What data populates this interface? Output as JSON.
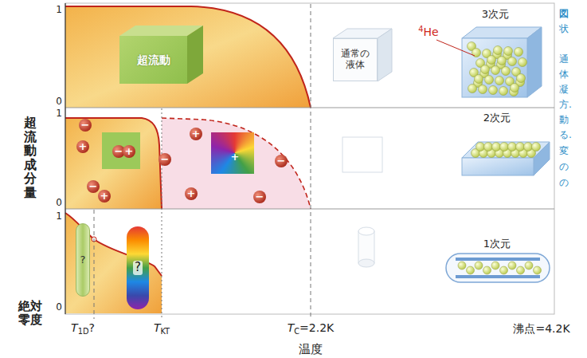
{
  "diagram": {
    "nodes": [
      {
        "text": [
          "超流動"
        ]
      },
      {
        "text": [
          "通常の 液体"
        ]
      },
      {
        "text": [
          "?"
        ]
      },
      {
        "text": [
          "?"
        ]
      }
    ],
    "labels": [
      "1",
      "0",
      "1",
      "0",
      "1",
      "0",
      "超流動成分量",
      "絶対 零度",
      "T1D?",
      "TKT",
      "TC=2.2K",
      "沸点=4.2K",
      "温度",
      "4He",
      "3次元",
      "2次元",
      "1次元",
      "−",
      "+",
      "−",
      "+",
      "−",
      "+",
      "+",
      "−",
      "+",
      "−",
      "+",
      "−",
      "図",
      "状",
      "通",
      "体",
      "凝",
      "方.",
      "動",
      "る.",
      "変",
      "の",
      "の"
    ]
  }
}
